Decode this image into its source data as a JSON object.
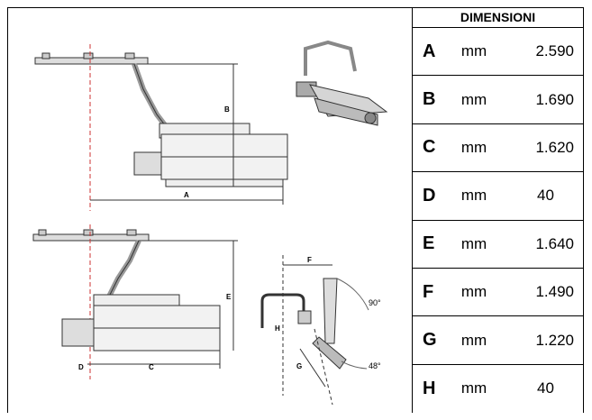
{
  "table": {
    "title": "DIMENSIONI",
    "rows": [
      {
        "letter": "A",
        "unit": "mm",
        "value": "2.590"
      },
      {
        "letter": "B",
        "unit": "mm",
        "value": "1.690"
      },
      {
        "letter": "C",
        "unit": "mm",
        "value": "1.620"
      },
      {
        "letter": "D",
        "unit": "mm",
        "value": "40"
      },
      {
        "letter": "E",
        "unit": "mm",
        "value": "1.640"
      },
      {
        "letter": "F",
        "unit": "mm",
        "value": "1.490"
      },
      {
        "letter": "G",
        "unit": "mm",
        "value": "1.220"
      },
      {
        "letter": "H",
        "unit": "mm",
        "value": "40"
      }
    ]
  },
  "drawing_labels": {
    "top": {
      "a": "A",
      "b": "B"
    },
    "bottom": {
      "c": "C",
      "d": "D",
      "e": "E"
    },
    "side": {
      "f": "F",
      "g": "G",
      "h": "H",
      "angle_top": "90°",
      "angle_bottom": "48°"
    }
  }
}
